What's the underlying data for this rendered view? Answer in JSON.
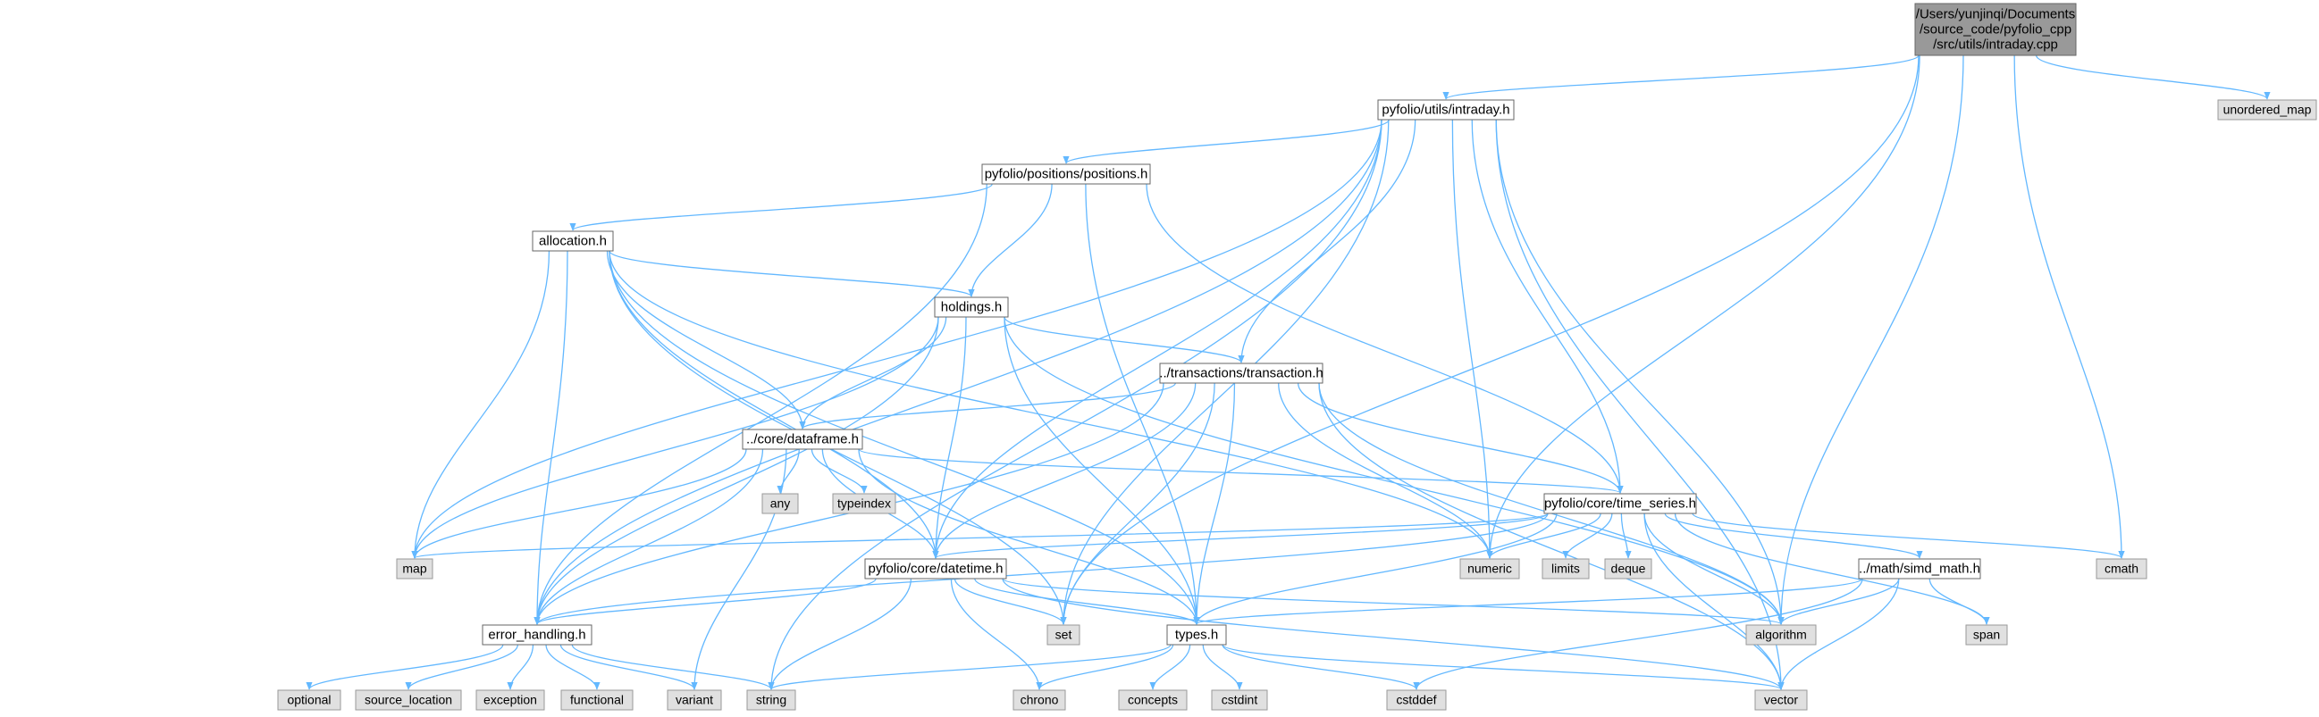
{
  "colors": {
    "root_fill": "#999999",
    "root_stroke": "#666666",
    "local_fill": "#ffffff",
    "local_stroke": "#666666",
    "system_fill": "#e0e0e0",
    "system_stroke": "#999999",
    "edge": "#63b8ff"
  },
  "nodes": [
    {
      "id": "root",
      "kind": "root",
      "lines": [
        "/Users/yunjinqi/Documents",
        "/source_code/pyfolio_cpp",
        "/src/utils/intraday.cpp"
      ]
    },
    {
      "id": "intraday_h",
      "kind": "local",
      "lines": [
        "pyfolio/utils/intraday.h"
      ]
    },
    {
      "id": "unordered_map",
      "kind": "system",
      "lines": [
        "unordered_map"
      ]
    },
    {
      "id": "positions_h",
      "kind": "local",
      "lines": [
        "pyfolio/positions/positions.h"
      ]
    },
    {
      "id": "allocation_h",
      "kind": "local",
      "lines": [
        "allocation.h"
      ]
    },
    {
      "id": "holdings_h",
      "kind": "local",
      "lines": [
        "holdings.h"
      ]
    },
    {
      "id": "transaction_h",
      "kind": "local",
      "lines": [
        "../transactions/transaction.h"
      ]
    },
    {
      "id": "dataframe_h",
      "kind": "local",
      "lines": [
        "../core/dataframe.h"
      ]
    },
    {
      "id": "any",
      "kind": "system",
      "lines": [
        "any"
      ]
    },
    {
      "id": "typeindex",
      "kind": "system",
      "lines": [
        "typeindex"
      ]
    },
    {
      "id": "time_series_h",
      "kind": "local",
      "lines": [
        "pyfolio/core/time_series.h"
      ]
    },
    {
      "id": "map",
      "kind": "system",
      "lines": [
        "map"
      ]
    },
    {
      "id": "datetime_h",
      "kind": "local",
      "lines": [
        "pyfolio/core/datetime.h"
      ]
    },
    {
      "id": "numeric",
      "kind": "system",
      "lines": [
        "numeric"
      ]
    },
    {
      "id": "limits",
      "kind": "system",
      "lines": [
        "limits"
      ]
    },
    {
      "id": "deque",
      "kind": "system",
      "lines": [
        "deque"
      ]
    },
    {
      "id": "simd_math_h",
      "kind": "local",
      "lines": [
        "../math/simd_math.h"
      ]
    },
    {
      "id": "cmath",
      "kind": "system",
      "lines": [
        "cmath"
      ]
    },
    {
      "id": "error_handling_h",
      "kind": "local",
      "lines": [
        "error_handling.h"
      ]
    },
    {
      "id": "set",
      "kind": "system",
      "lines": [
        "set"
      ]
    },
    {
      "id": "types_h",
      "kind": "local",
      "lines": [
        "types.h"
      ]
    },
    {
      "id": "algorithm",
      "kind": "system",
      "lines": [
        "algorithm"
      ]
    },
    {
      "id": "span",
      "kind": "system",
      "lines": [
        "span"
      ]
    },
    {
      "id": "optional",
      "kind": "system",
      "lines": [
        "optional"
      ]
    },
    {
      "id": "source_location",
      "kind": "system",
      "lines": [
        "source_location"
      ]
    },
    {
      "id": "exception",
      "kind": "system",
      "lines": [
        "exception"
      ]
    },
    {
      "id": "functional",
      "kind": "system",
      "lines": [
        "functional"
      ]
    },
    {
      "id": "variant",
      "kind": "system",
      "lines": [
        "variant"
      ]
    },
    {
      "id": "string",
      "kind": "system",
      "lines": [
        "string"
      ]
    },
    {
      "id": "chrono",
      "kind": "system",
      "lines": [
        "chrono"
      ]
    },
    {
      "id": "concepts",
      "kind": "system",
      "lines": [
        "concepts"
      ]
    },
    {
      "id": "cstdint",
      "kind": "system",
      "lines": [
        "cstdint"
      ]
    },
    {
      "id": "cstddef",
      "kind": "system",
      "lines": [
        "cstddef"
      ]
    },
    {
      "id": "vector",
      "kind": "system",
      "lines": [
        "vector"
      ]
    }
  ],
  "edges": [
    [
      "root",
      "intraday_h"
    ],
    [
      "root",
      "unordered_map"
    ],
    [
      "root",
      "numeric"
    ],
    [
      "root",
      "set"
    ],
    [
      "root",
      "cmath"
    ],
    [
      "root",
      "algorithm"
    ],
    [
      "intraday_h",
      "positions_h"
    ],
    [
      "intraday_h",
      "transaction_h"
    ],
    [
      "intraday_h",
      "time_series_h"
    ],
    [
      "intraday_h",
      "datetime_h"
    ],
    [
      "intraday_h",
      "error_handling_h"
    ],
    [
      "intraday_h",
      "map"
    ],
    [
      "intraday_h",
      "string"
    ],
    [
      "intraday_h",
      "numeric"
    ],
    [
      "intraday_h",
      "set"
    ],
    [
      "intraday_h",
      "algorithm"
    ],
    [
      "intraday_h",
      "vector"
    ],
    [
      "positions_h",
      "allocation_h"
    ],
    [
      "positions_h",
      "holdings_h"
    ],
    [
      "positions_h",
      "time_series_h"
    ],
    [
      "positions_h",
      "types_h"
    ],
    [
      "positions_h",
      "error_handling_h"
    ],
    [
      "allocation_h",
      "holdings_h"
    ],
    [
      "allocation_h",
      "dataframe_h"
    ],
    [
      "allocation_h",
      "datetime_h"
    ],
    [
      "allocation_h",
      "error_handling_h"
    ],
    [
      "allocation_h",
      "map"
    ],
    [
      "allocation_h",
      "numeric"
    ],
    [
      "allocation_h",
      "set"
    ],
    [
      "allocation_h",
      "types_h"
    ],
    [
      "holdings_h",
      "transaction_h"
    ],
    [
      "holdings_h",
      "dataframe_h"
    ],
    [
      "holdings_h",
      "datetime_h"
    ],
    [
      "holdings_h",
      "types_h"
    ],
    [
      "holdings_h",
      "error_handling_h"
    ],
    [
      "holdings_h",
      "map"
    ],
    [
      "holdings_h",
      "algorithm"
    ],
    [
      "transaction_h",
      "dataframe_h"
    ],
    [
      "transaction_h",
      "time_series_h"
    ],
    [
      "transaction_h",
      "datetime_h"
    ],
    [
      "transaction_h",
      "types_h"
    ],
    [
      "transaction_h",
      "error_handling_h"
    ],
    [
      "transaction_h",
      "set"
    ],
    [
      "transaction_h",
      "numeric"
    ],
    [
      "transaction_h",
      "algorithm"
    ],
    [
      "transaction_h",
      "vector"
    ],
    [
      "dataframe_h",
      "any"
    ],
    [
      "dataframe_h",
      "typeindex"
    ],
    [
      "dataframe_h",
      "time_series_h"
    ],
    [
      "dataframe_h",
      "datetime_h"
    ],
    [
      "dataframe_h",
      "types_h"
    ],
    [
      "dataframe_h",
      "error_handling_h"
    ],
    [
      "dataframe_h",
      "map"
    ],
    [
      "dataframe_h",
      "variant"
    ],
    [
      "time_series_h",
      "map"
    ],
    [
      "time_series_h",
      "datetime_h"
    ],
    [
      "time_series_h",
      "numeric"
    ],
    [
      "time_series_h",
      "limits"
    ],
    [
      "time_series_h",
      "deque"
    ],
    [
      "time_series_h",
      "simd_math_h"
    ],
    [
      "time_series_h",
      "cmath"
    ],
    [
      "time_series_h",
      "span"
    ],
    [
      "time_series_h",
      "algorithm"
    ],
    [
      "time_series_h",
      "vector"
    ],
    [
      "time_series_h",
      "types_h"
    ],
    [
      "time_series_h",
      "error_handling_h"
    ],
    [
      "simd_math_h",
      "algorithm"
    ],
    [
      "simd_math_h",
      "span"
    ],
    [
      "simd_math_h",
      "vector"
    ],
    [
      "simd_math_h",
      "cstddef"
    ],
    [
      "simd_math_h",
      "types_h"
    ],
    [
      "datetime_h",
      "error_handling_h"
    ],
    [
      "datetime_h",
      "set"
    ],
    [
      "datetime_h",
      "types_h"
    ],
    [
      "datetime_h",
      "algorithm"
    ],
    [
      "datetime_h",
      "string"
    ],
    [
      "datetime_h",
      "chrono"
    ],
    [
      "datetime_h",
      "vector"
    ],
    [
      "error_handling_h",
      "optional"
    ],
    [
      "error_handling_h",
      "source_location"
    ],
    [
      "error_handling_h",
      "exception"
    ],
    [
      "error_handling_h",
      "functional"
    ],
    [
      "error_handling_h",
      "variant"
    ],
    [
      "error_handling_h",
      "string"
    ],
    [
      "types_h",
      "string"
    ],
    [
      "types_h",
      "chrono"
    ],
    [
      "types_h",
      "concepts"
    ],
    [
      "types_h",
      "cstdint"
    ],
    [
      "types_h",
      "cstddef"
    ],
    [
      "types_h",
      "vector"
    ]
  ]
}
